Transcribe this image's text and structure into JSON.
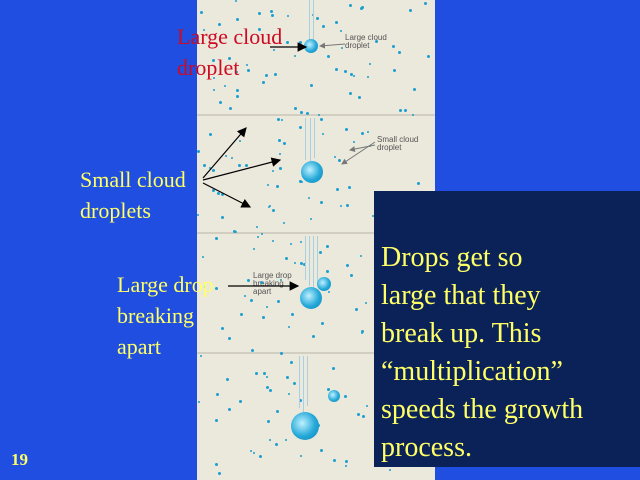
{
  "slide": {
    "number": "19",
    "colors": {
      "background": "#1f4ee0",
      "callout_background": "#0b2258",
      "label_text": "#ffff66",
      "heading_red": "#cc0b22",
      "droplet": "#1b9fd0",
      "diagram_background": "#ebe8dc"
    }
  },
  "labels": {
    "large_cloud_droplet": "Large cloud\ndroplet",
    "small_cloud_droplets": "Small cloud\ndroplets",
    "large_drop_breaking_apart": "Large drop\nbreaking\napart"
  },
  "diagram_labels": {
    "large_cloud_droplet": "Large cloud\ndroplet",
    "small_cloud_droplet": "Small cloud\ndroplet",
    "large_drop_breaking_apart": "Large drop\nbreaking\napart"
  },
  "callout": {
    "text": "Drops get so\nlarge that they\nbreak up. This\n“multiplication”\nspeeds the growth\nprocess."
  }
}
